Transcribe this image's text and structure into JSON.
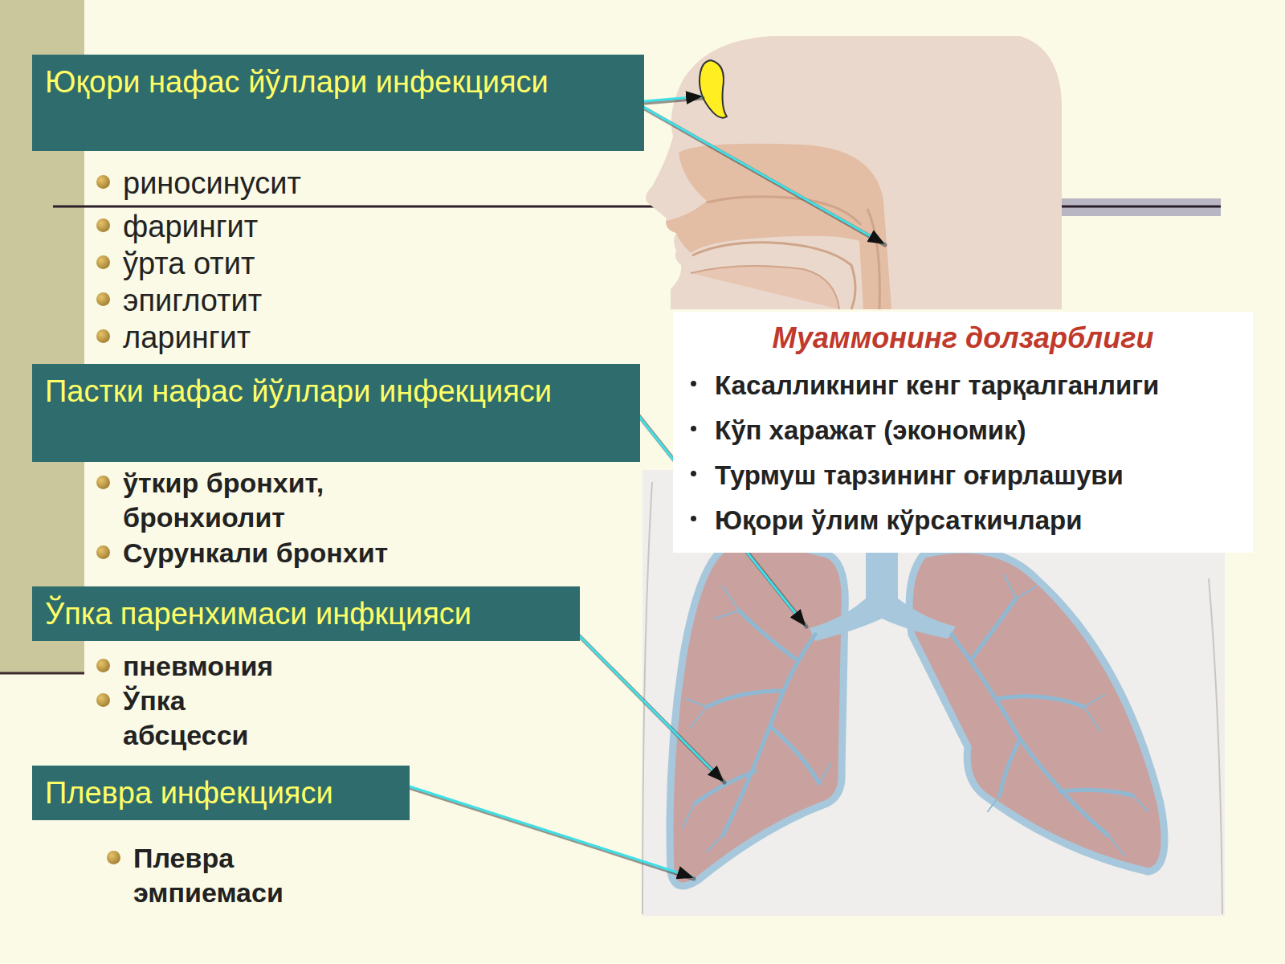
{
  "diagram": {
    "nodes": [
      {
        "text": [
          "Юқори нафас йўллари инфекцияси"
        ]
      },
      {
        "text": [
          "Пастки нафас йўллари инфекцияси"
        ]
      },
      {
        "text": [
          "Ўпка паренхимаси инфкцияси"
        ]
      },
      {
        "text": [
          "Плевра инфекцияси"
        ]
      },
      {
        "text": [
          "Муаммонинг долзарблиги",
          "Касалликнинг кенг тарқалганлиги",
          "Кўп харажат (экономик)",
          "Турмуш тарзининг оғирлашуви",
          "Юқори ўлим кўрсаткичлари"
        ]
      }
    ],
    "labels": [
      "риносинусит",
      "фарингит",
      "ўрта отит",
      "эпиглотит",
      "ларингит",
      "ўткир бронхит, бронхиолит",
      "Сурункали бронхит",
      "пневмония",
      "Ўпка абсцесси",
      "Плевра эмпиемаси"
    ]
  }
}
